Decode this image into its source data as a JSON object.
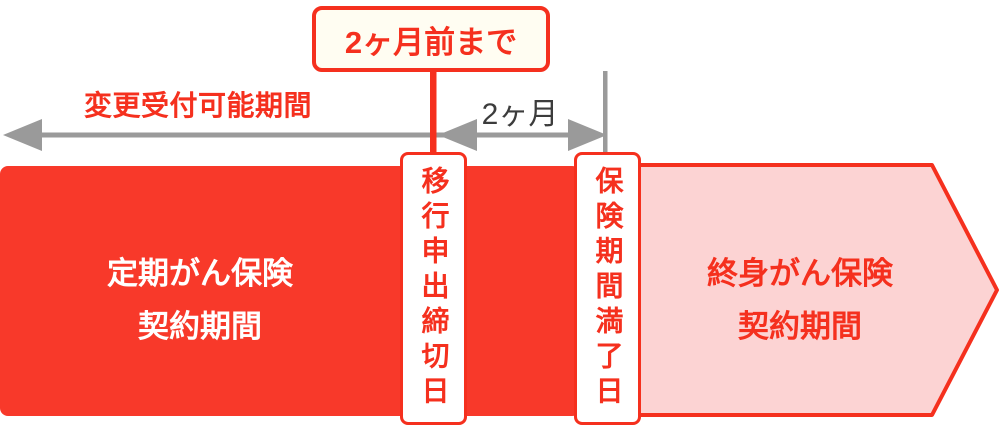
{
  "colors": {
    "red_fill": "#f8392a",
    "red_accent": "#f5301e",
    "pink_fill": "#fcd3d3",
    "callout_bg": "#fffdf2",
    "gray_arrow": "#9a9a9a",
    "gray_text": "#3c3c3c",
    "white_text": "#ffffff"
  },
  "callout": {
    "label": "2ヶ月前まで"
  },
  "labels": {
    "acceptance_period": "変更受付可能期間",
    "interval": "2ヶ月"
  },
  "timeline": {
    "term_insurance": {
      "line1": "定期がん保険",
      "line2": "契約期間"
    },
    "deadline_marker": "移行申出締切日",
    "expiry_marker": "保険期間満了日",
    "whole_life_insurance": {
      "line1": "終身がん保険",
      "line2": "契約期間"
    }
  }
}
